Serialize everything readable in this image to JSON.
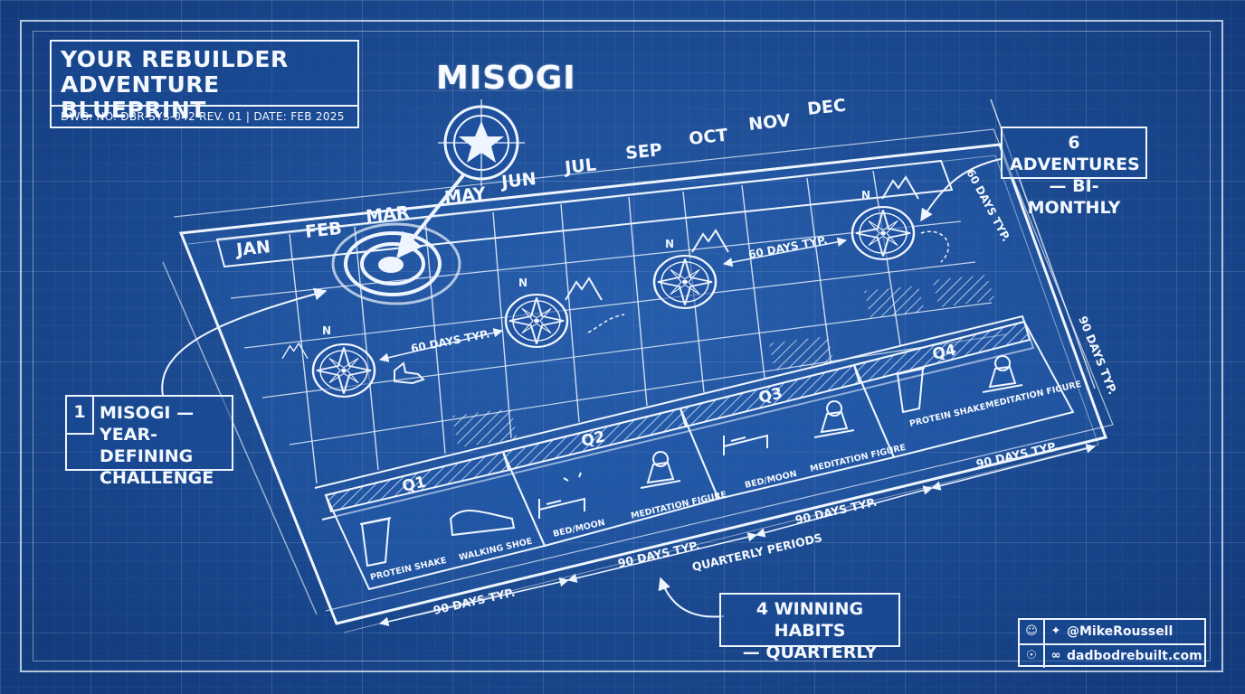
{
  "header": {
    "title_line1": "YOUR REBUILDER",
    "title_line2": "ADVENTURE BLUEPRINT",
    "dwg": "DWG. NO. DBR-SYS-042  REV. 01  |  DATE: FEB 2025"
  },
  "main_label": "MISOGI",
  "months": [
    "JAN",
    "FEB",
    "MAR",
    "MAY",
    "JUN",
    "JUL",
    "SEP",
    "OCT",
    "NOV",
    "DEC"
  ],
  "callouts": {
    "six_line1": "6 ADVENTURES",
    "six_line2": "— BI-MONTHLY",
    "one_num": "1",
    "one_line1": "MISOGI —",
    "one_line2": "YEAR-DEFINING",
    "one_line3": "CHALLENGE",
    "four_line1": "4 WINNING HABITS",
    "four_line2": "— QUARTERLY"
  },
  "dimensions": {
    "sixty": "60 DAYS TYP.",
    "ninety": "90 DAYS TYP.",
    "quarterly": "QUARTERLY PERIODS"
  },
  "quarters": [
    {
      "label": "Q1",
      "icon_a": "PROTEIN SHAKE",
      "icon_b": "WALKING SHOE"
    },
    {
      "label": "Q2",
      "icon_a": "BED/MOON",
      "icon_b": "MEDITATION FIGURE"
    },
    {
      "label": "Q3",
      "icon_a": "BED/MOON",
      "icon_b": "MEDITATION FIGURE"
    },
    {
      "label": "Q4",
      "icon_a": "PROTEIN SHAKE",
      "icon_b": "MEDITATION FIGURE"
    }
  ],
  "credits": {
    "twitter": "@MikeRoussell",
    "website": "dadbodrebuilt.com"
  },
  "colors": {
    "background": "#1d519c",
    "line": "#eef5ff"
  }
}
